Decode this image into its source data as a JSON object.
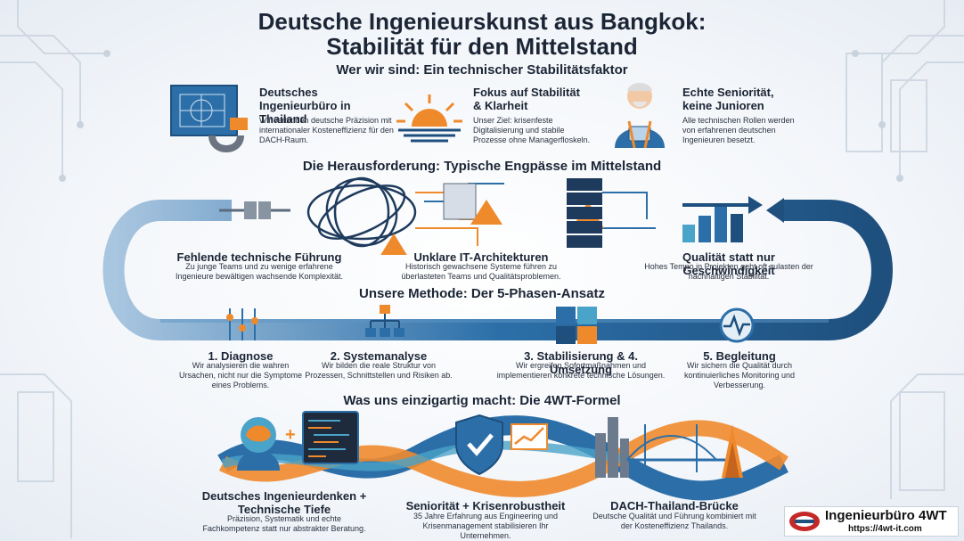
{
  "title_line1": "Deutsche Ingenieurskunst aus Bangkok:",
  "title_line2": "Stabilität für den Mittelstand",
  "who": {
    "heading": "Wer wir sind: Ein technischer Stabilitätsfaktor",
    "items": [
      {
        "title": "Deutsches Ingenieurbüro in Thailand",
        "text": "Wir verbinden deutsche Präzision mit internationaler Kosteneffizienz für den DACH-Raum."
      },
      {
        "title": "Fokus auf Stabilität & Klarheit",
        "text": "Unser Ziel: krisenfeste Digitalisierung und stabile Prozesse ohne Managerfloskeln."
      },
      {
        "title": "Echte Seniorität, keine Junioren",
        "text": "Alle technischen Rollen werden von erfahrenen deutschen Ingenieuren besetzt."
      }
    ]
  },
  "challenge": {
    "heading": "Die Herausforderung: Typische Engpässe im Mittelstand",
    "items": [
      {
        "title": "Fehlende technische Führung",
        "text": "Zu junge Teams und zu wenige erfahrene Ingenieure bewältigen wachsende Komplexität."
      },
      {
        "title": "Unklare IT-Architekturen",
        "text": "Historisch gewachsene Systeme führen zu überlasteten Teams und Qualitätsproblemen."
      },
      {
        "title": "Qualität statt nur Geschwindigkeit",
        "text": "Hohes Tempo in Projekten geht oft zulasten der nachhaltigen Stabilität."
      }
    ]
  },
  "method": {
    "heading": "Unsere Methode: Der 5-Phasen-Ansatz",
    "phases": [
      {
        "title": "1. Diagnose",
        "text": "Wir analysieren die wahren Ursachen, nicht nur die Symptome eines Problems."
      },
      {
        "title": "2. Systemanalyse",
        "text": "Wir bilden die reale Struktur von Prozessen, Schnittstellen und Risiken ab."
      },
      {
        "title": "3. Stabilisierung & 4. Umsetzung",
        "text": "Wir ergreifen Sofortmaßnahmen und implementieren konkrete technische Lösungen."
      },
      {
        "title": "5. Begleitung",
        "text": "Wir sichern die Qualität durch kontinuierliches Monitoring und Verbesserung."
      }
    ]
  },
  "formula": {
    "heading": "Was uns einzigartig macht: Die 4WT-Formel",
    "items": [
      {
        "title": "Deutsches Ingenieurdenken + Technische Tiefe",
        "text": "Präzision, Systematik und echte Fachkompetenz statt nur abstrakter Beratung."
      },
      {
        "title": "Seniorität + Krisenrobustheit",
        "text": "35 Jahre Erfahrung aus Engineering und Krisenmanagement stabilisieren Ihr Unternehmen."
      },
      {
        "title": "DACH-Thailand-Brücke",
        "text": "Deutsche Qualität und Führung kombiniert mit der Kosteneffizienz Thailands."
      }
    ]
  },
  "logo": {
    "name": "Ingenieurbüro 4WT",
    "url": "https://4wt-it.com"
  },
  "colors": {
    "blue": "#2c6fa8",
    "dark_blue": "#1e4f7d",
    "orange": "#ef8a2c",
    "teal": "#4aa3c8"
  }
}
